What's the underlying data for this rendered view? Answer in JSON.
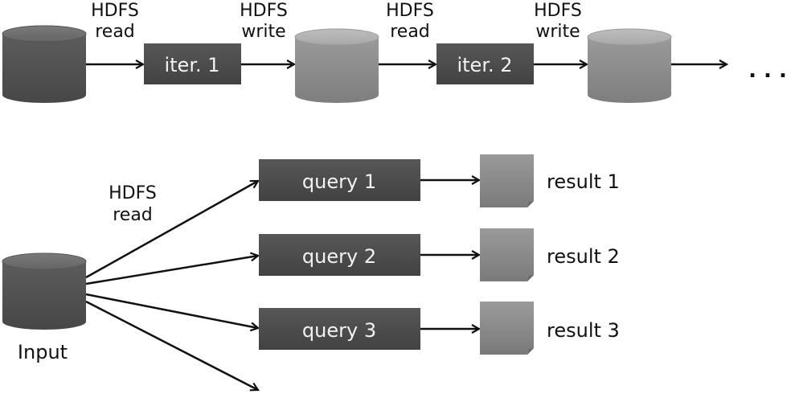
{
  "colors": {
    "process_box": "#4a4a4a",
    "dark_storage": "#555555",
    "light_storage": "#8e8e8e",
    "result_doc": "#8a8a8a",
    "arrow": "#111111",
    "text": "#111111",
    "box_text": "#f2f2f2"
  },
  "top_pipeline": {
    "edge_labels": [
      {
        "line1": "HDFS",
        "line2": "read"
      },
      {
        "line1": "HDFS",
        "line2": "write"
      },
      {
        "line1": "HDFS",
        "line2": "read"
      },
      {
        "line1": "HDFS",
        "line2": "write"
      }
    ],
    "steps": [
      "iter. 1",
      "iter. 2"
    ],
    "continuation": ". . ."
  },
  "bottom_pipeline": {
    "input_label": "Input",
    "edge_label": {
      "line1": "HDFS",
      "line2": "read"
    },
    "queries": [
      "query 1",
      "query 2",
      "query 3"
    ],
    "results": [
      "result 1",
      "result 2",
      "result 3"
    ]
  }
}
